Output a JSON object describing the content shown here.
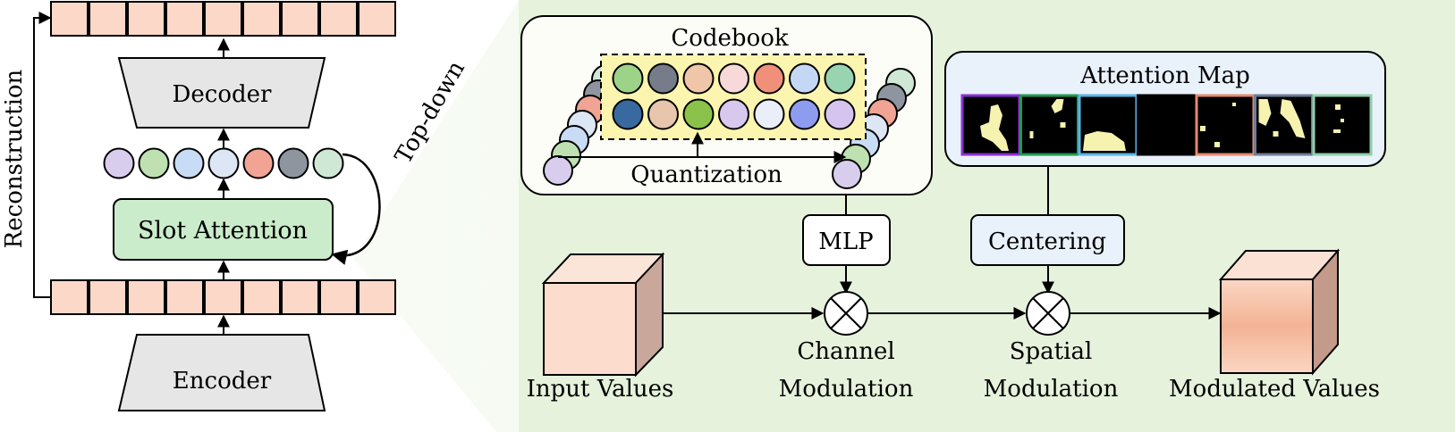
{
  "left": {
    "decoder_label": "Decoder",
    "encoder_label": "Encoder",
    "slot_attention_label": "Slot Attention",
    "reconstruction_label": "Reconstruction",
    "top_down_label": "Top-down",
    "slot_colors": [
      "#d9cdee",
      "#bfe0b0",
      "#c9dcf5",
      "#dce6f4",
      "#f1a394",
      "#8e959f",
      "#cfe8d6"
    ]
  },
  "codebook": {
    "title": "Codebook",
    "quantization_label": "Quantization",
    "row1_colors": [
      "#9dd289",
      "#767c8a",
      "#efc7a8",
      "#f8d9d9",
      "#f0907a",
      "#c4d8f6",
      "#99d4b0"
    ],
    "row2_colors": [
      "#386aa0",
      "#e7c6ad",
      "#8bc34a",
      "#d8c8ee",
      "#eaeef8",
      "#8e9cf0",
      "#d6c4f0"
    ]
  },
  "attention": {
    "title": "Attention Map",
    "frame_colors": [
      "#8b2fd6",
      "#1f9a50",
      "#5ab4e8",
      "#000000",
      "#e58a6e",
      "#707c98",
      "#8fd0a8"
    ]
  },
  "pipeline": {
    "mlp_label": "MLP",
    "centering_label": "Centering",
    "input_label": "Input Values",
    "channel_line1": "Channel",
    "channel_line2": "Modulation",
    "spatial_line1": "Spatial",
    "spatial_line2": "Modulation",
    "output_label": "Modulated Values"
  },
  "colors": {
    "token_fill": "#fbd8c8",
    "slot_attention_fill": "#cbeccb",
    "trapezoid_fill": "#e6e6e6",
    "panel_bg": "#e8f3df",
    "codebook_highlight": "#fbf5b0",
    "attention_box_fill": "#e9f1fa",
    "mask_fg": "#f6f2b0"
  }
}
